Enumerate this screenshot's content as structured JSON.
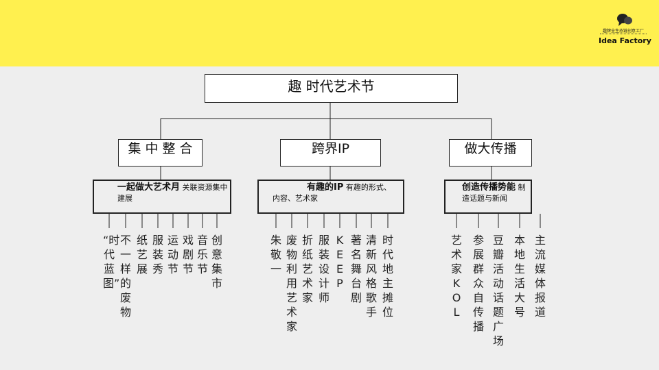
{
  "logo": {
    "chinese": "趣牌全生态链创意工厂",
    "english": "Idea Factory",
    "colors": {
      "band": "#fff04f",
      "background": "#eeeeee",
      "stroke": "#222222"
    }
  },
  "root": {
    "label": "趣 时代艺术节"
  },
  "branches": [
    {
      "label": "集 中 整 合",
      "summary_title": "一起做大艺术月",
      "summary_text": "关联资源集中 建展",
      "leaves": [
        "“时代蓝图”",
        "不一样的废物",
        "纸艺展",
        "服装秀",
        "运动节",
        "戏剧节",
        "音乐节",
        "创意集市"
      ]
    },
    {
      "label": "跨界IP",
      "summary_title": "有趣的IP",
      "summary_text": "有趣的形式、内容、艺术家",
      "leaves": [
        "朱敬一",
        "废物利用艺术家",
        "折纸艺术家",
        "服装设计师",
        "KEEP",
        "著名舞台剧",
        "清新风格歌手",
        "时代地主摊位"
      ]
    },
    {
      "label": "做大传播",
      "summary_title": "创造传播势能",
      "summary_text": "制造话题与新闻",
      "leaves": [
        "艺术家KOL",
        "参展群众自传播",
        "豆瓣活动话题广场",
        "本地生活大号",
        "主流媒体报道"
      ]
    }
  ]
}
